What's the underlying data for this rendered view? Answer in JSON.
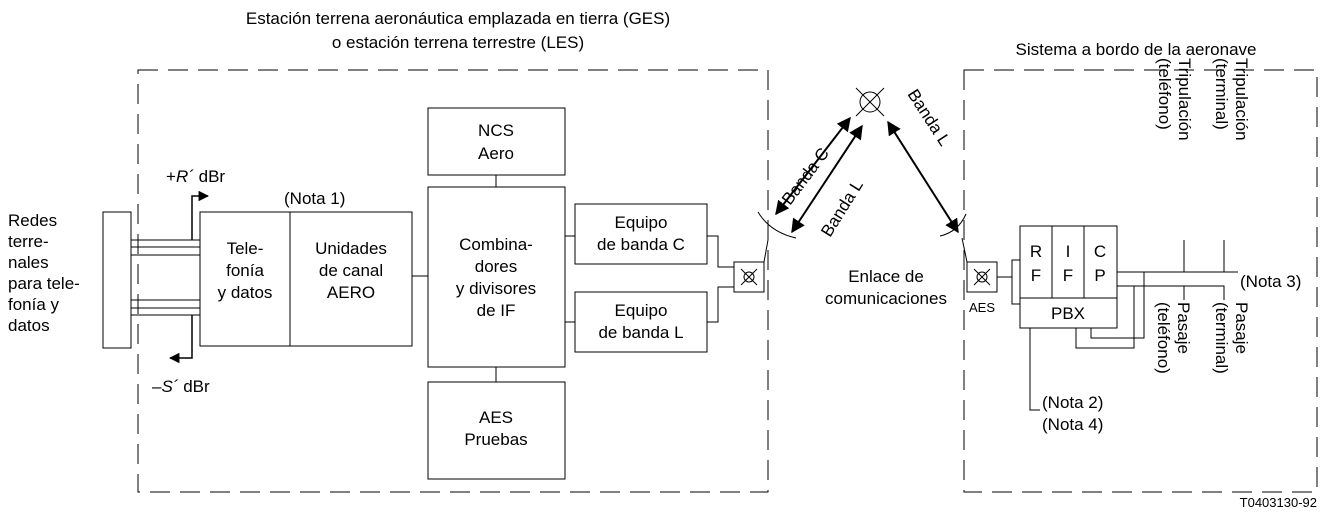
{
  "ges_title_line1": "Estación terrena aeronáutica emplazada en tierra (GES)",
  "ges_title_line2": "o estación terrena terrestre (LES)",
  "aircraft_title": "Sistema a bordo de la aeronave",
  "redes": [
    "Redes",
    "terre-",
    "nales",
    "para tele-",
    "fonía y",
    "datos"
  ],
  "r_level_prefix": "+",
  "r_level_var": "R´",
  "r_level_unit": " dBr",
  "s_level_prefix": "–",
  "s_level_var": "S´",
  "s_level_unit": " dBr",
  "nota1": "(Nota 1)",
  "telefonia": [
    "Tele-",
    "fonía",
    "y datos"
  ],
  "unidades": [
    "Unidades",
    "de canal",
    "AERO"
  ],
  "ncs": [
    "NCS",
    "Aero"
  ],
  "combinadores": [
    "Combina-",
    "dores",
    "y divisores",
    "de IF"
  ],
  "aes_pruebas": [
    "AES",
    "Pruebas"
  ],
  "equipo_c": [
    "Equipo",
    "de banda C"
  ],
  "equipo_l": [
    "Equipo",
    "de banda L"
  ],
  "banda_c": "Banda C",
  "banda_l_ground": "Banda L",
  "banda_l_air": "Banda L",
  "enlace": [
    "Enlace de",
    "comunicaciones"
  ],
  "aes_label": "AES",
  "rf": [
    "R",
    "F"
  ],
  "if": [
    "I",
    "F"
  ],
  "cp": [
    "C",
    "P"
  ],
  "pbx": "PBX",
  "tripulacion_telefono": [
    "Tripulación",
    "(teléfono)"
  ],
  "tripulacion_terminal": [
    "Tripulación",
    "(terminal)"
  ],
  "pasaje_telefono": [
    "Pasaje",
    "(teléfono)"
  ],
  "pasaje_terminal": [
    "Pasaje",
    "(terminal)"
  ],
  "nota3": "(Nota 3)",
  "nota2": "(Nota 2)",
  "nota4": "(Nota 4)",
  "figure_code": "T0403130-92",
  "line_color": "#000000"
}
